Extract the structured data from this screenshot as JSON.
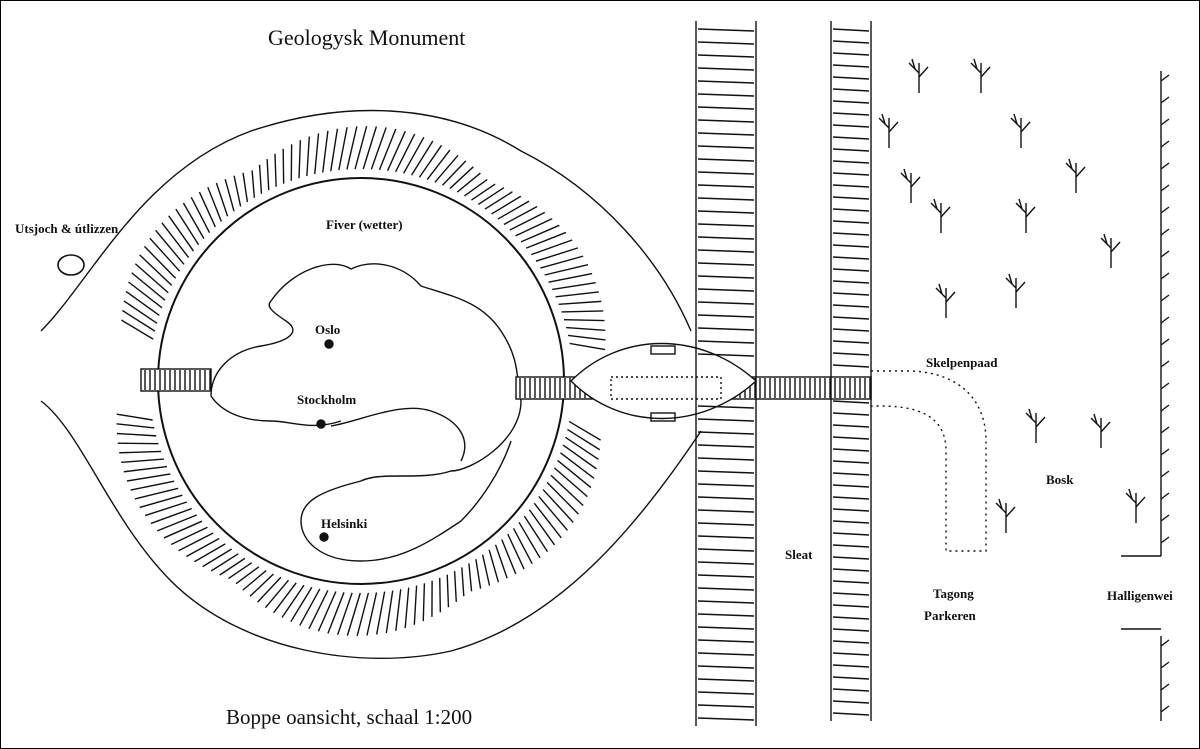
{
  "title": "Geologysk Monument",
  "caption": "Boppe oansicht, schaal 1:200",
  "labels": {
    "rest_area": "Utsjoch & útlizzen",
    "pond": "Fiver (wetter)",
    "oslo": "Oslo",
    "stockholm": "Stockholm",
    "helsinki": "Helsinki",
    "shell_path": "Skelpenpaad",
    "ditch": "Sleat",
    "access": "Tagong",
    "parking": "Parkeren",
    "forest": "Bosk",
    "road": "Halligenwei"
  },
  "colors": {
    "ink": "#111111",
    "paper": "#ffffff"
  }
}
